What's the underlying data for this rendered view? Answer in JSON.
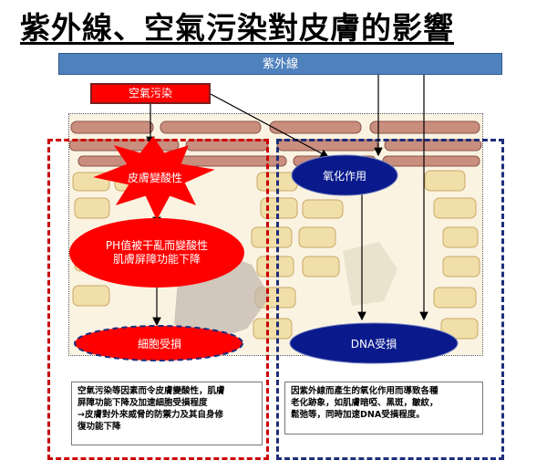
{
  "title": "紫外線、空氣污染對皮膚的影響",
  "uv_label": "紫外線",
  "pollution_label": "空氣污染",
  "left_nodes": {
    "acidification": "皮膚變酸性",
    "ph_line1": "PH值被干亂而變酸性",
    "ph_line2": "肌膚屏障功能下降",
    "cell_damage": "細胞受損"
  },
  "right_nodes": {
    "oxidation": "氧化作用",
    "dna_damage": "DNA受損"
  },
  "left_note": [
    "空氣污染等因素而令皮膚變酸性，肌膚",
    "屏障功能下降及加速細胞受損程度",
    "→皮膚對外來威脅的防禦力及其自身修",
    "復功能下降"
  ],
  "right_note": [
    "因紫外線而產生的氧化作用而導致各種",
    "老化跡象，如肌膚暗啞、黑斑，皺紋，",
    "鬆弛等，同時加速DNA受損程度。"
  ],
  "colors": {
    "uv_blue": "#4f81bd",
    "pollution_red": "#ff0000",
    "left_dash": "#cc0000",
    "right_dash": "#1f2d7a",
    "oval_blue": "#0a1a8c"
  }
}
